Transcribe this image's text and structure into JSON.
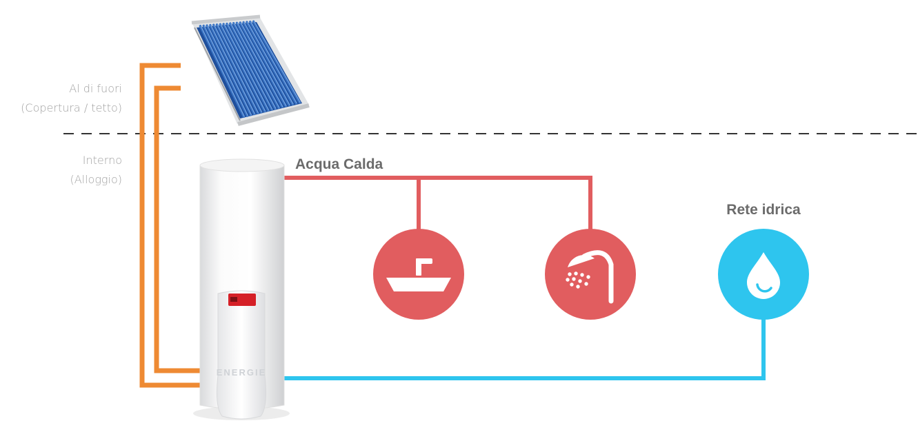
{
  "zones": {
    "outside_line1": "Al di fuori",
    "outside_line2": "(Copertura / tetto)",
    "inside_line1": "Interno",
    "inside_line2": "(Alloggio)"
  },
  "labels": {
    "hot_water": "Acqua Calda",
    "water_network": "Rete idrica"
  },
  "tank": {
    "brand": "ENERGIE"
  },
  "colors": {
    "solar_loop": "#ee8a33",
    "hot_water": "#e15d5f",
    "cold_water": "#2ec5ee",
    "divider": "#333333",
    "panel": "#1f4f9c"
  },
  "icons": [
    "sink-icon",
    "shower-icon",
    "water-drop-icon",
    "solar-panel-icon",
    "water-heater-tank-icon"
  ]
}
